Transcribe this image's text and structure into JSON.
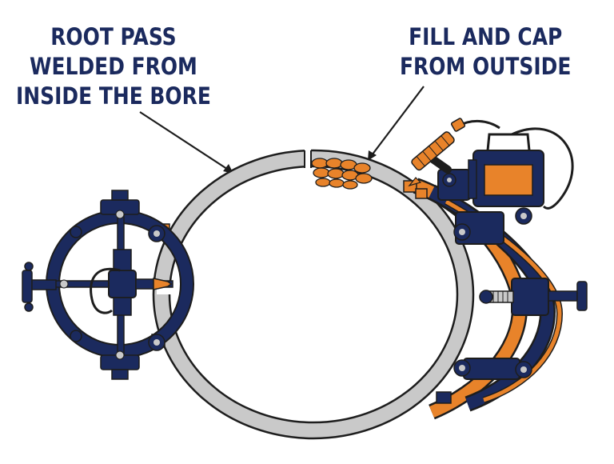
{
  "labels": {
    "root_pass": [
      "ROOT PASS",
      "WELDED FROM",
      "INSIDE THE BORE"
    ],
    "fill_cap": [
      "FILL AND CAP",
      "FROM OUTSIDE"
    ]
  },
  "colors": {
    "navy": "#1b2a5e",
    "orange": "#e8832a",
    "pipe_gray": "#c9c9c9",
    "outline": "#1d1d1d"
  }
}
